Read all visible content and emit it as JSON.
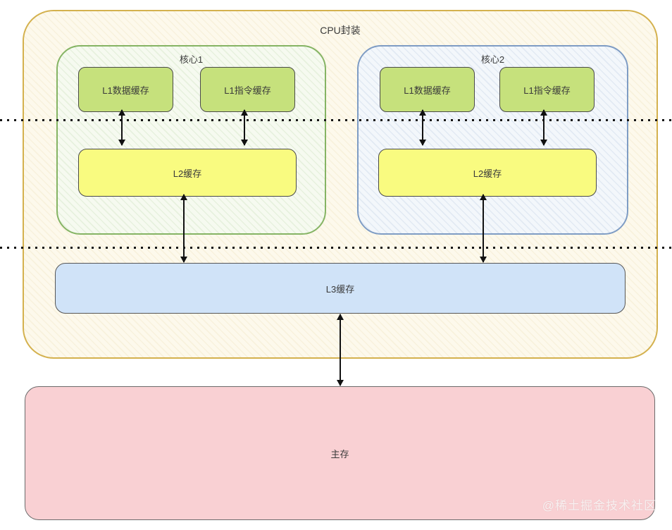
{
  "diagram": {
    "package_label": "CPU封装",
    "cores": [
      {
        "label": "核心1",
        "l1_data_label": "L1数据缓存",
        "l1_instruction_label": "L1指令缓存",
        "l2_label": "L2缓存"
      },
      {
        "label": "核心2",
        "l1_data_label": "L1数据缓存",
        "l1_instruction_label": "L1指令缓存",
        "l2_label": "L2缓存"
      }
    ],
    "l3_label": "L3缓存",
    "main_memory_label": "主存",
    "watermark": "@稀土掘金技术社区"
  },
  "colors": {
    "package_border": "#d4b14e",
    "package_fill": "#fdf9ec",
    "core1_border": "#85b464",
    "core1_fill": "#f6faf0",
    "core2_border": "#7e9cc4",
    "core2_fill": "#f3f7fb",
    "l1_fill": "#c6e17c",
    "l2_fill": "#f9fb80",
    "l3_fill": "#d0e3f8",
    "main_fill": "#f9d0d3",
    "box_border": "#4a4a4a",
    "arrow": "#111111",
    "text": "#3a3a3a"
  }
}
